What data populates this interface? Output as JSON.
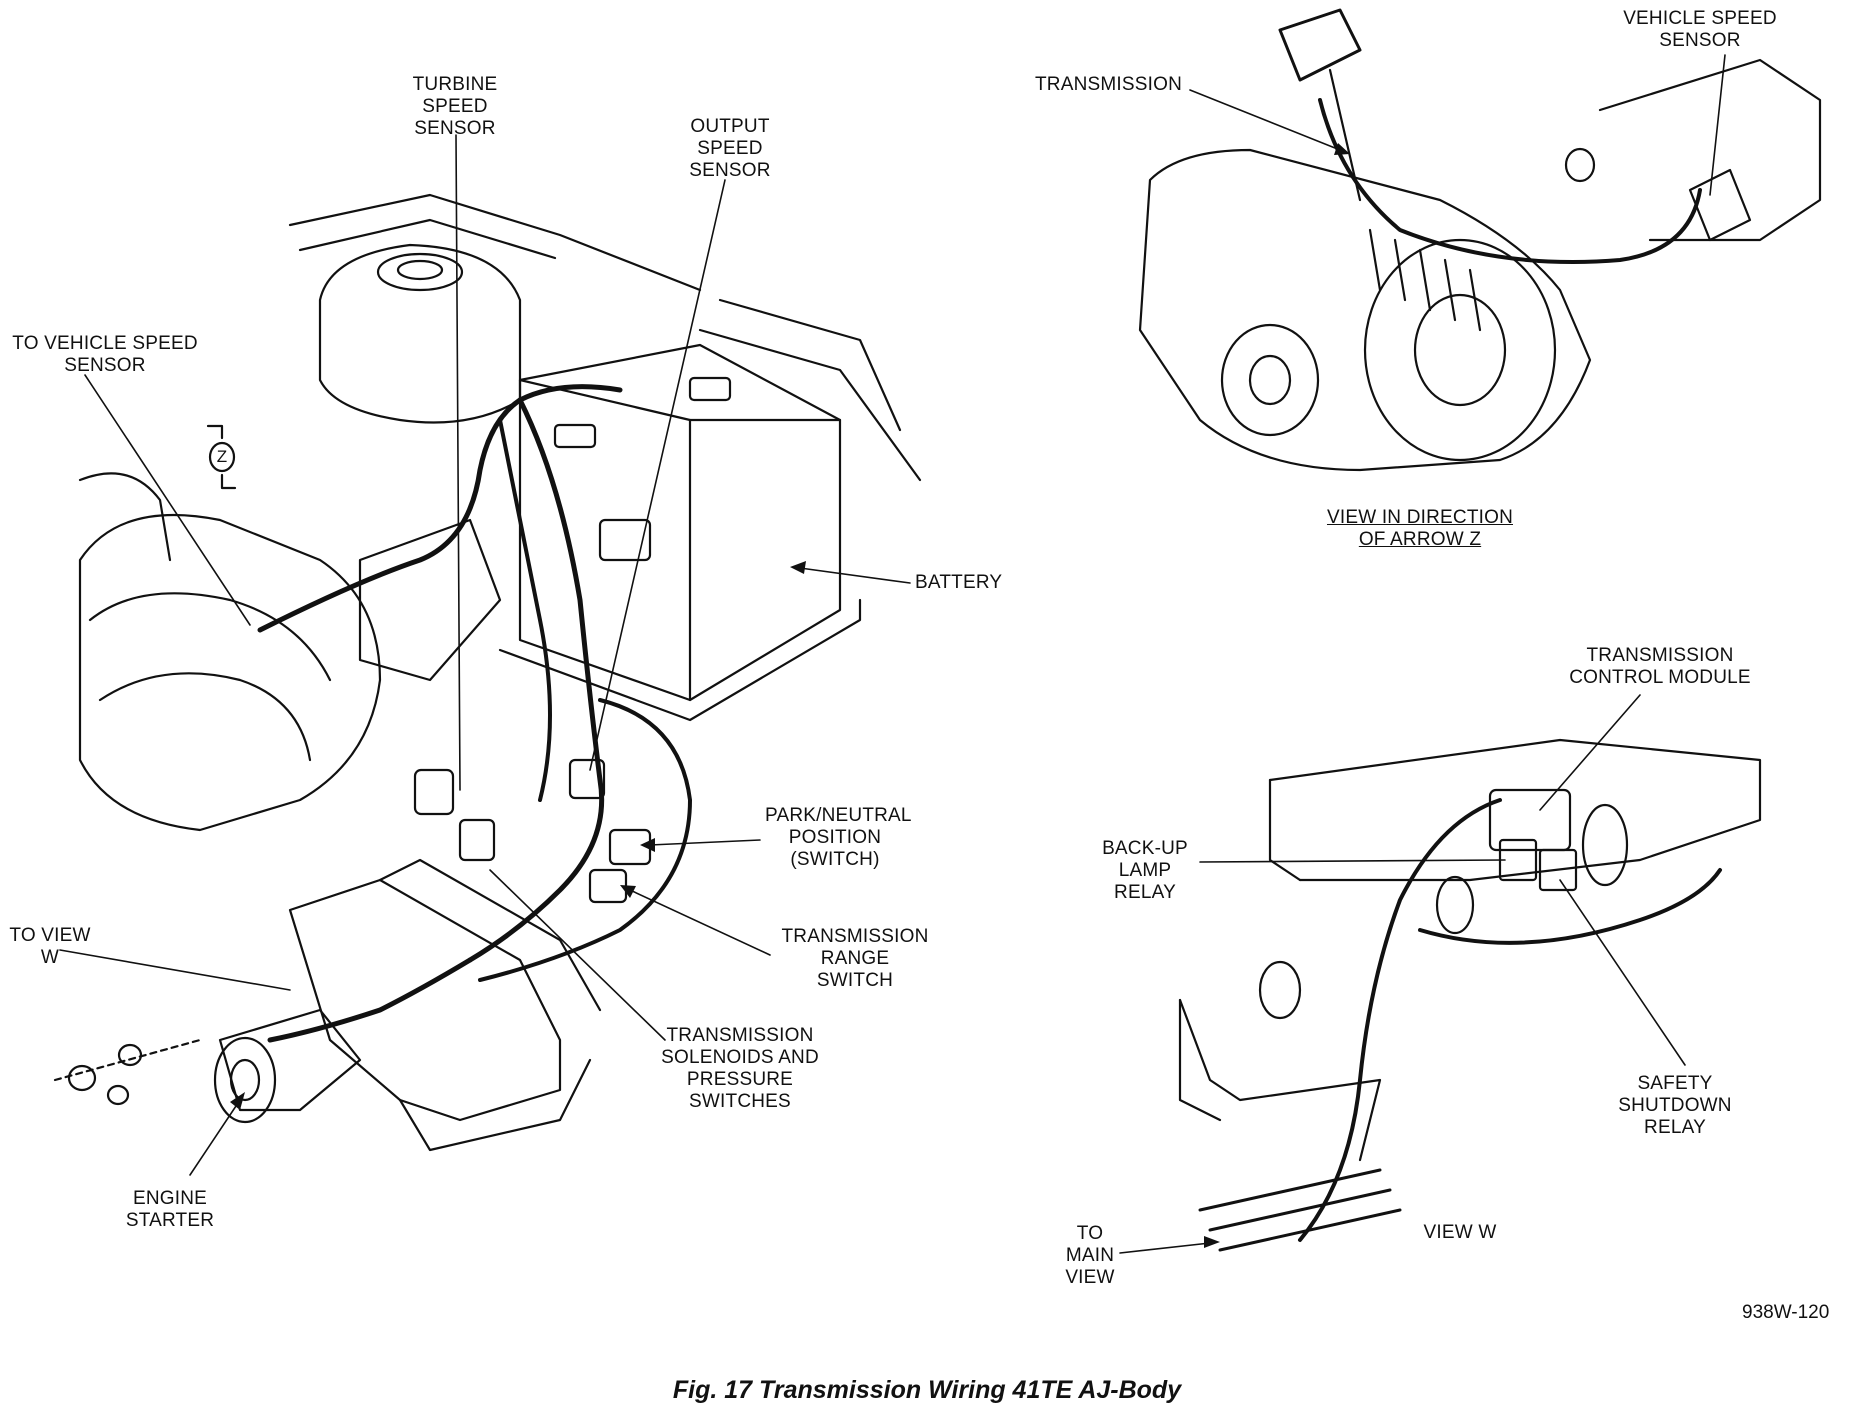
{
  "labels": {
    "turbine_speed_sensor": [
      "TURBINE",
      "SPEED",
      "SENSOR"
    ],
    "output_speed_sensor": [
      "OUTPUT",
      "SPEED",
      "SENSOR"
    ],
    "to_vehicle_speed_sensor": [
      "TO VEHICLE SPEED",
      "SENSOR"
    ],
    "arrow_z": "Z",
    "battery": "BATTERY",
    "park_neutral_position_switch": [
      "PARK/NEUTRAL",
      "POSITION",
      "(SWITCH)"
    ],
    "transmission_range_switch": [
      "TRANSMISSION",
      "RANGE",
      "SWITCH"
    ],
    "transmission_solenoids": [
      "TRANSMISSION",
      "SOLENOIDS AND",
      "PRESSURE",
      "SWITCHES"
    ],
    "to_view_w": [
      "TO VIEW",
      "W"
    ],
    "engine_starter": [
      "ENGINE",
      "STARTER"
    ],
    "transmission": "TRANSMISSION",
    "vehicle_speed_sensor": [
      "VEHICLE SPEED",
      "SENSOR"
    ],
    "view_in_direction_of_arrow_z": [
      "VIEW IN DIRECTION",
      "OF ARROW Z"
    ],
    "transmission_control_module": [
      "TRANSMISSION",
      "CONTROL MODULE"
    ],
    "back_up_lamp_relay": [
      "BACK-UP",
      "LAMP",
      "RELAY"
    ],
    "safety_shutdown_relay": [
      "SAFETY",
      "SHUTDOWN",
      "RELAY"
    ],
    "view_w": "VIEW W",
    "to_main_view": [
      "TO",
      "MAIN",
      "VIEW"
    ]
  },
  "figure_code": "938W-120",
  "caption": "Fig. 17 Transmission Wiring 41TE AJ-Body"
}
